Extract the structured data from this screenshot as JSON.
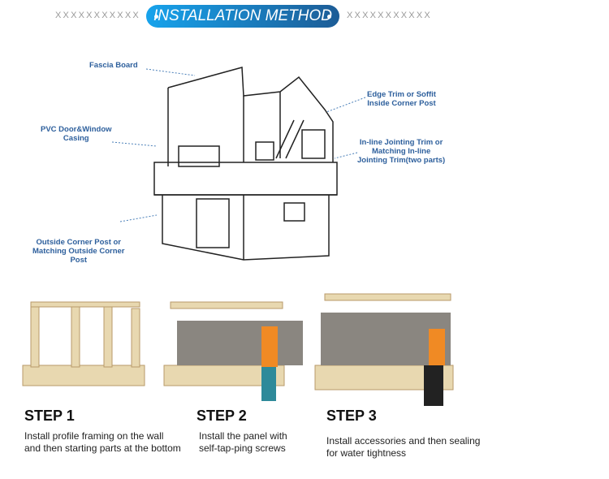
{
  "header": {
    "title": "INSTALLATION METHOD",
    "left_deco": "XXXXXXXXXXX",
    "right_deco": "XXXXXXXXXXX",
    "accent": "#1a8ad4"
  },
  "labels": {
    "fascia": "Fascia Board",
    "pvc": "PVC Door&Window\nCasing",
    "outside": "Outside Corner Post or\nMatching Outside Corner\nPost",
    "edge": "Edge Trim or Soffit\nInside Corner Post",
    "inline": "In-line Jointing Trim or\nMatching In-line\nJointing Trim(two parts)"
  },
  "steps": [
    {
      "title": "STEP 1",
      "desc": "Install profile framing on the wall\nand then starting parts at the bottom"
    },
    {
      "title": "STEP 2",
      "desc": "Install the panel with\nself-tap-ping screws"
    },
    {
      "title": "STEP 3",
      "desc": "Install accessories and then sealing\nfor water tightness"
    }
  ]
}
